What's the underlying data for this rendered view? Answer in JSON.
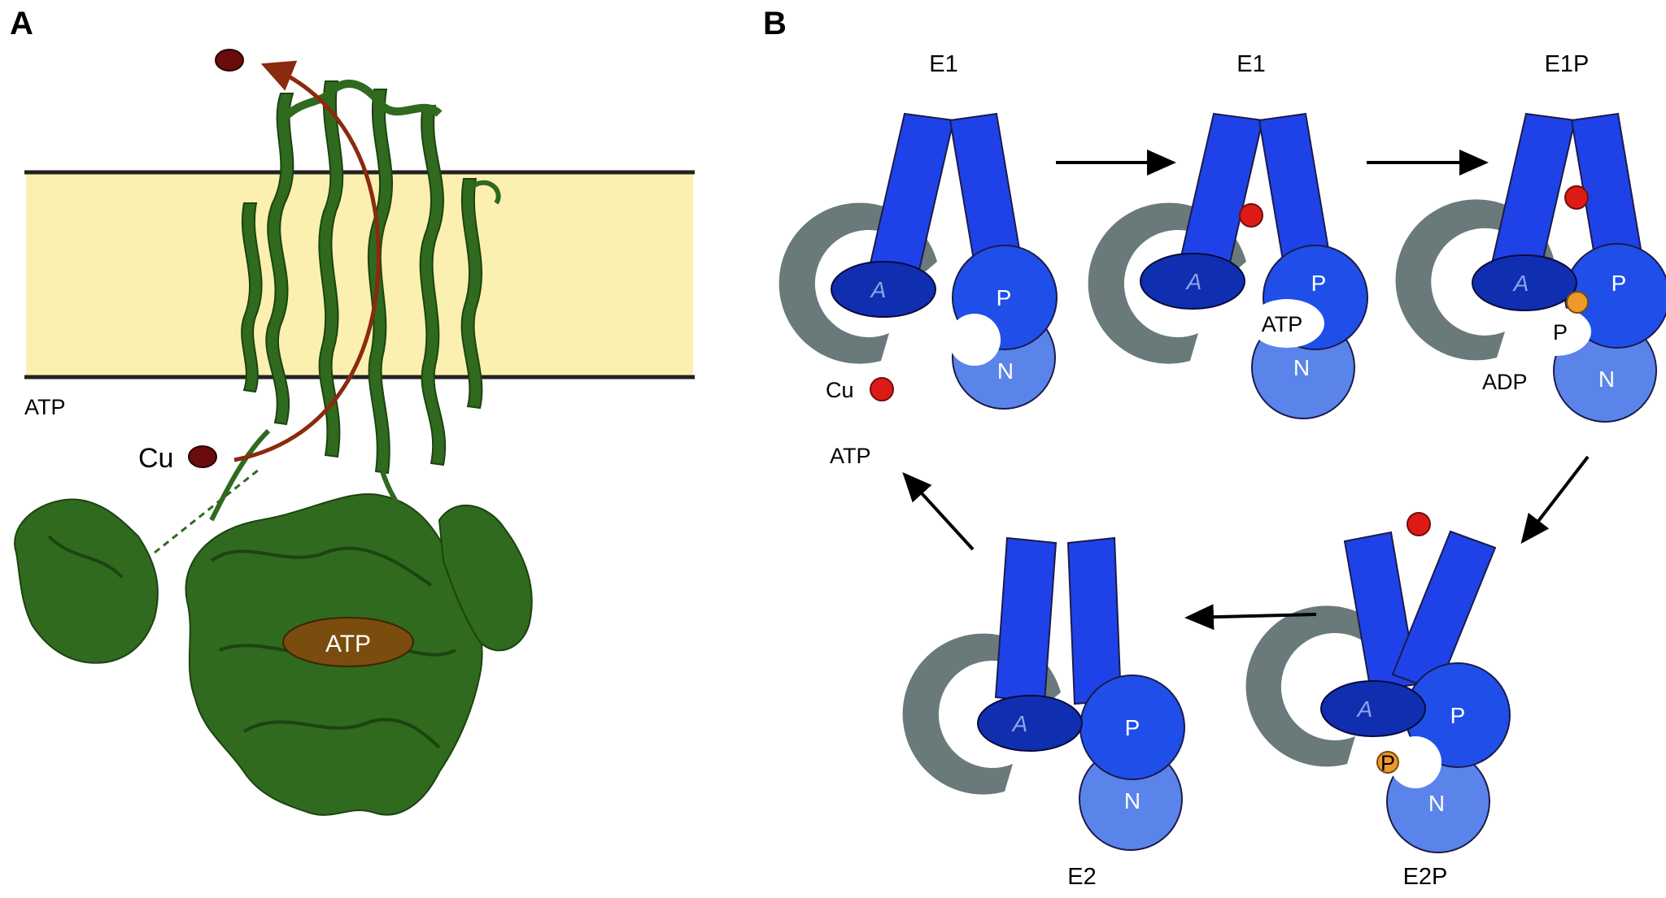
{
  "panel_a": {
    "letter": "A",
    "membrane_label": "ATP",
    "cu_label": "Cu",
    "atp_site_label": "ATP",
    "colors": {
      "membrane": "#fbf0b0",
      "protein": "#2f6a1e",
      "transport_arrow": "#8a2a0e",
      "copper_ion": "#6a0c0c",
      "atp_oval": "#7a4c0e"
    }
  },
  "panel_b": {
    "letter": "B",
    "states": {
      "s1": {
        "name": "E1",
        "a": "A",
        "p": "P",
        "n": "N",
        "cu": "Cu"
      },
      "s2": {
        "name": "E1",
        "a": "A",
        "p": "P",
        "n": "N",
        "atp": "ATP"
      },
      "s3": {
        "name": "E1P",
        "a": "A",
        "p": "P",
        "n": "N",
        "pi": "P",
        "adp": "ADP"
      },
      "s4": {
        "name": "E2P",
        "a": "A",
        "p": "P",
        "n": "N",
        "pi": "P"
      },
      "s5": {
        "name": "E2",
        "a": "A",
        "p": "P",
        "n": "N"
      }
    },
    "atp_release_label": "ATP",
    "colors": {
      "transmembrane": "#1f42e8",
      "p_domain": "#1f4fe8",
      "n_domain": "#5a84ea",
      "a_domain": "#0f2fb0",
      "c_shape": "#6a7a7a",
      "copper": "#dd1a15",
      "phosphate": "#ee9a2a"
    }
  }
}
